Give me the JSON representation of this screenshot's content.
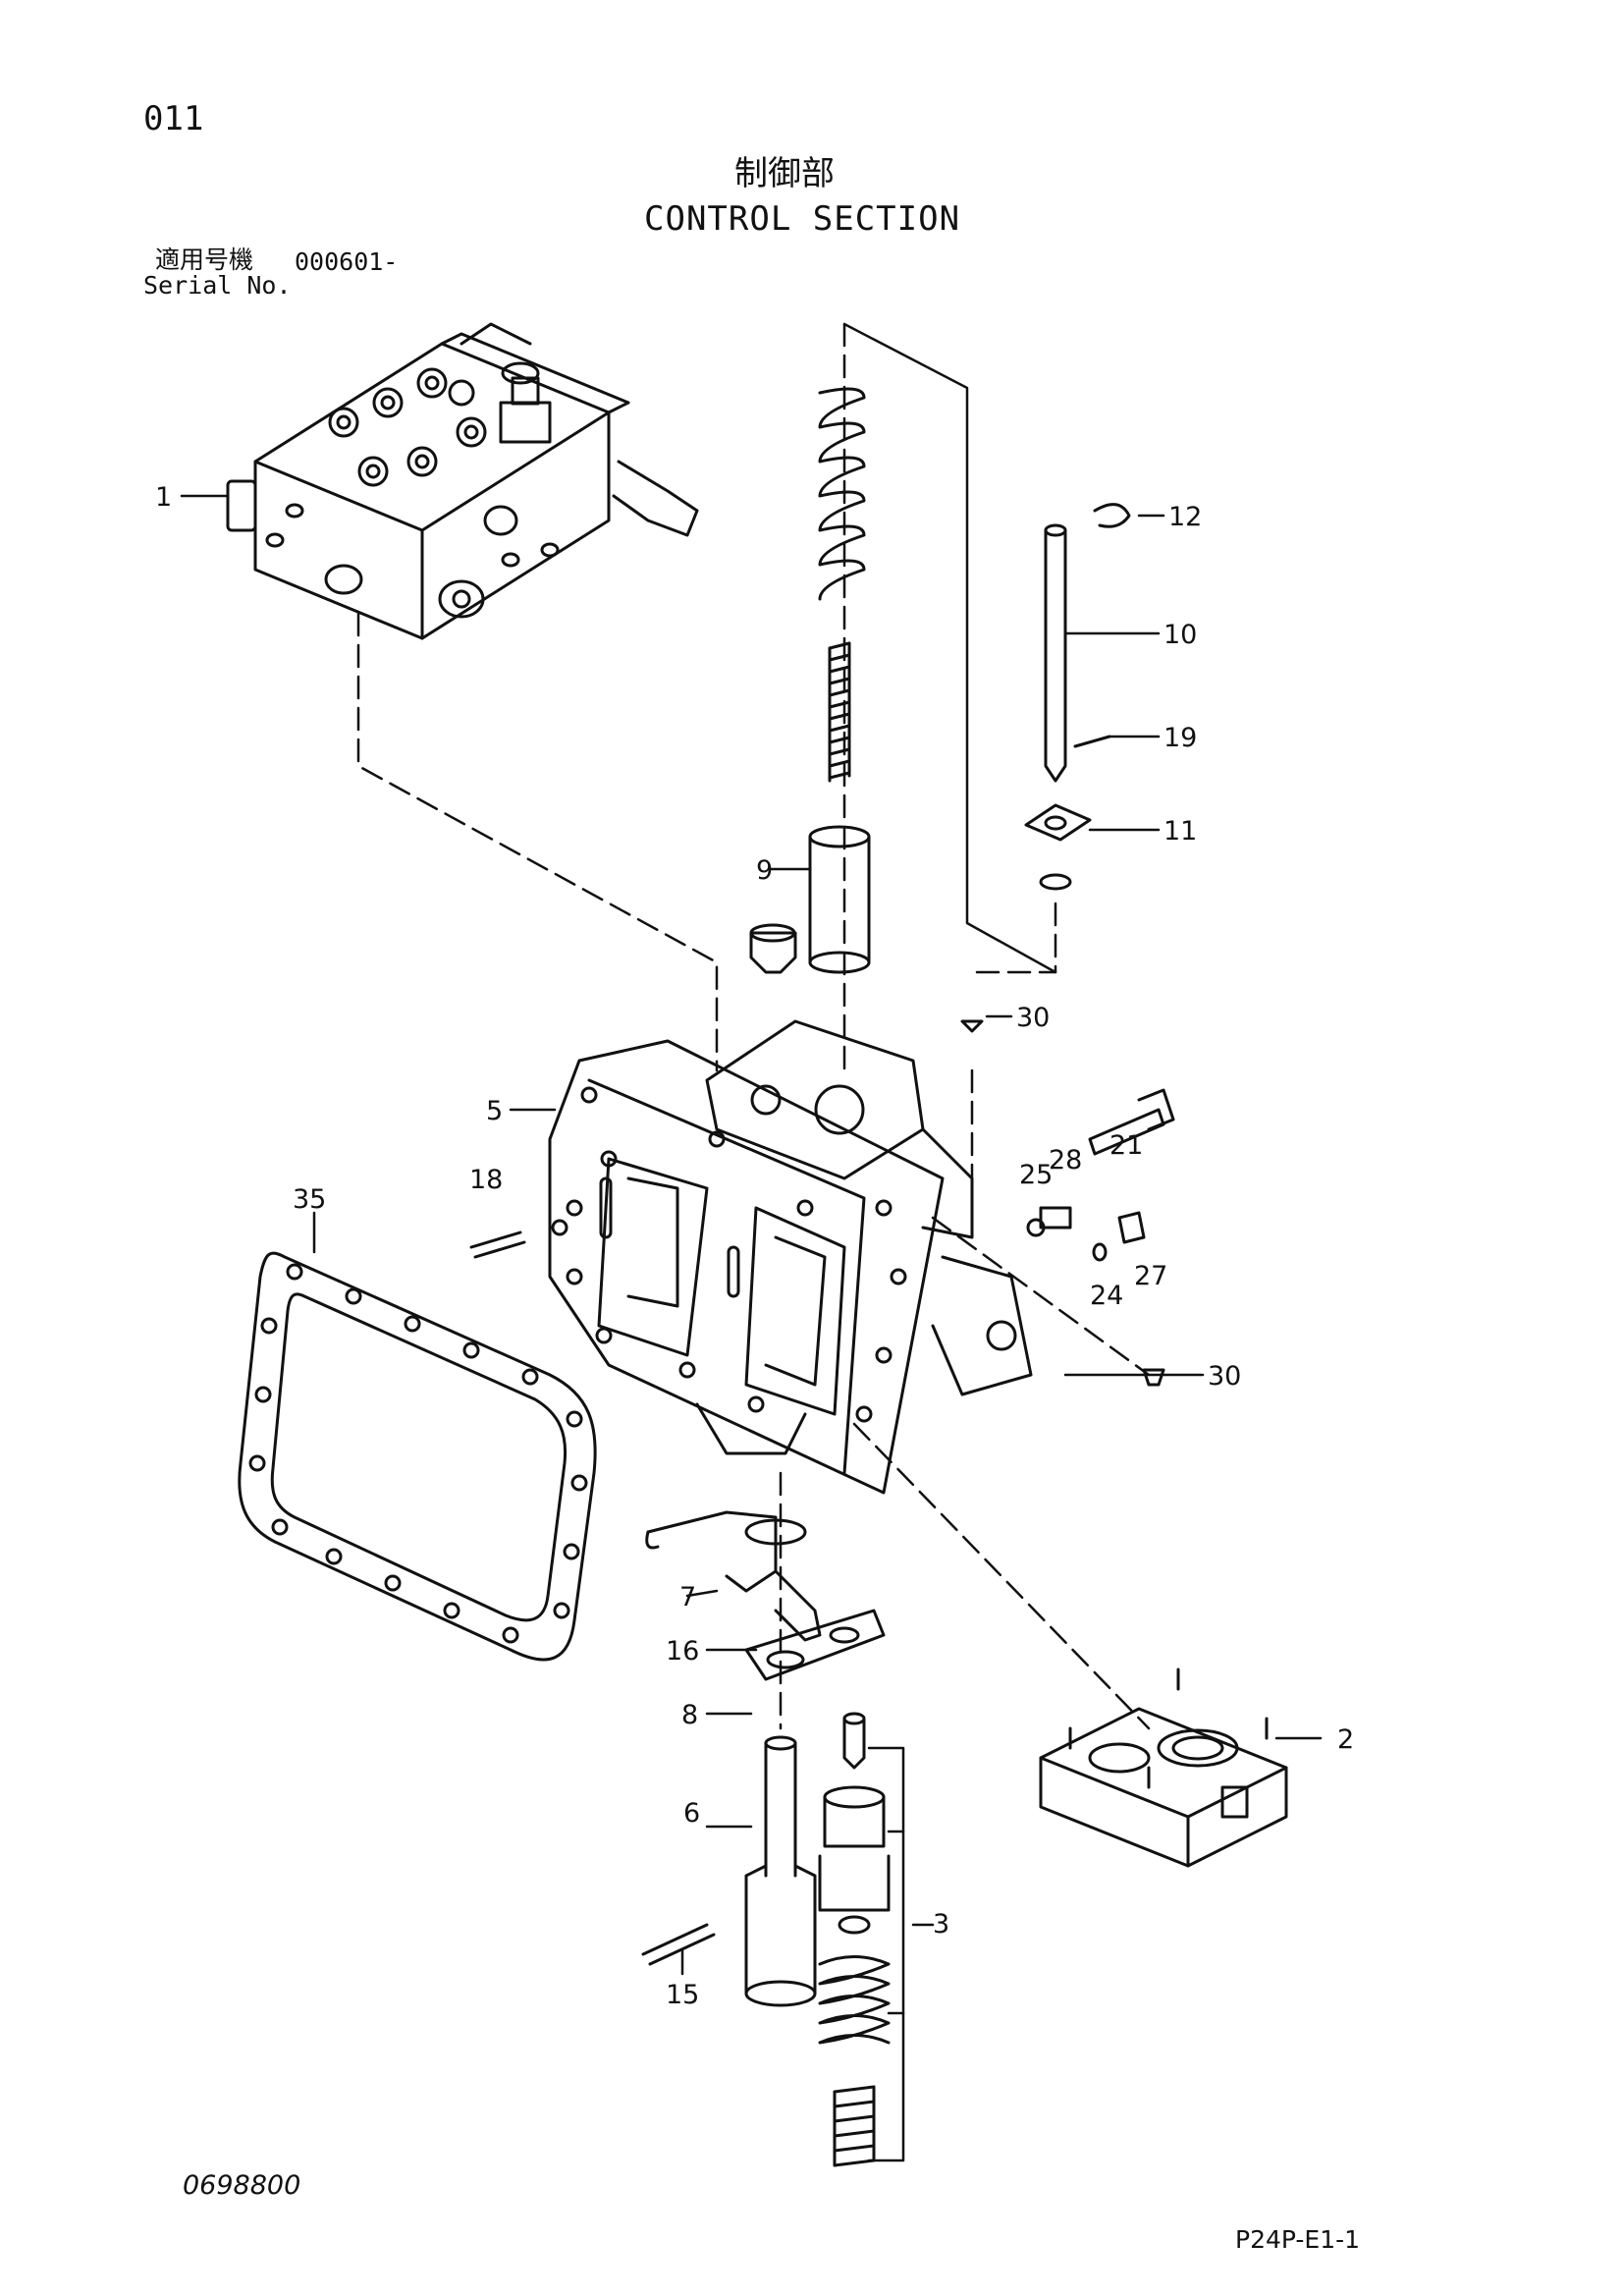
{
  "header": {
    "page_code": "011",
    "title_jp": "制御部",
    "title_en": "CONTROL SECTION",
    "serial_label_jp": "適用号機",
    "serial_value": "000601-",
    "serial_label_en": "Serial No."
  },
  "footer": {
    "doc_number": "0698800",
    "page_ref": "P24P-E1-1"
  },
  "callouts": {
    "c1": "1",
    "c2": "2",
    "c3": "3",
    "c5": "5",
    "c6": "6",
    "c7": "7",
    "c8": "8",
    "c9": "9",
    "c10": "10",
    "c11": "11",
    "c12": "12",
    "c15": "15",
    "c16": "16",
    "c18": "18",
    "c19": "19",
    "c21": "21",
    "c24": "24",
    "c25": "25",
    "c27": "27",
    "c28": "28",
    "c30a": "30",
    "c30b": "30",
    "c35": "35"
  }
}
